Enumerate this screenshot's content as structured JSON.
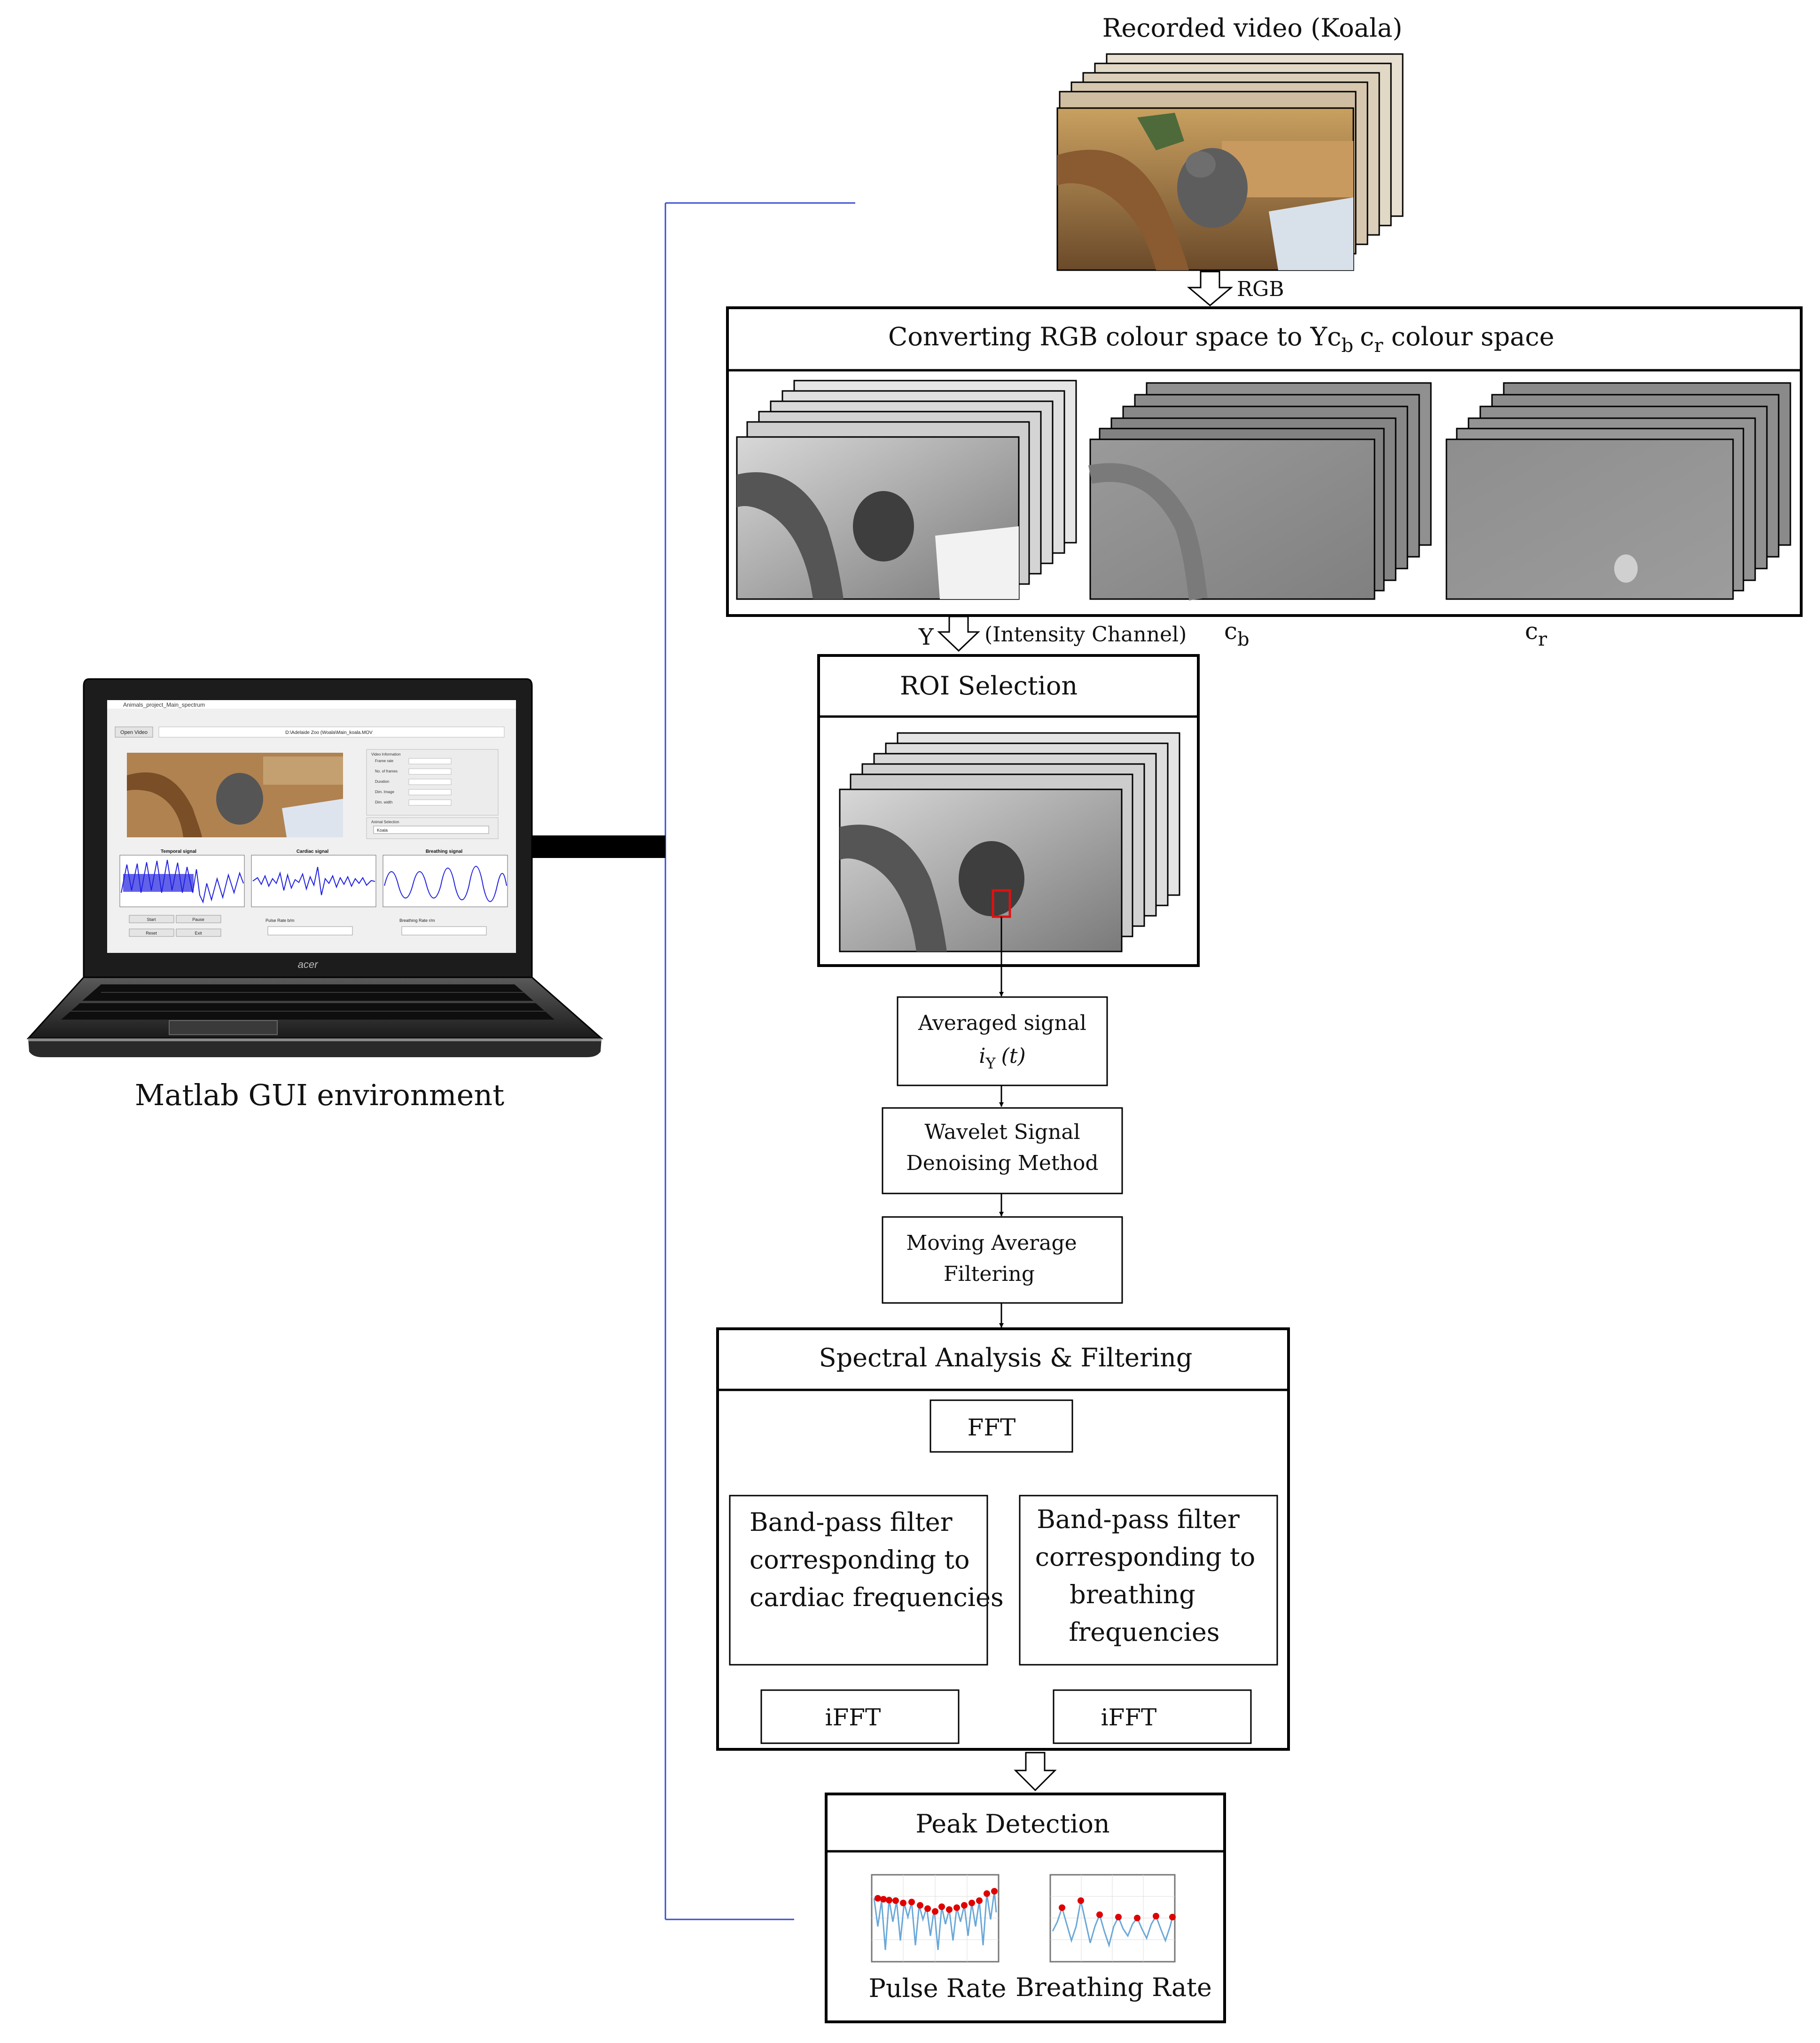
{
  "recorded_video": {
    "title": "Recorded video (Koala)",
    "arrow_label": "RGB"
  },
  "conversion": {
    "title_prefix": "Converting RGB colour space to ",
    "title_y": "Y",
    "title_cb_c": "c",
    "title_cb_sub": "b",
    "title_cr_c": "c",
    "title_cr_sub": "r",
    "title_suffix": " colour  space",
    "y_label": "Y",
    "y_note": "(Intensity Channel)",
    "cb_c": "c",
    "cb_sub": "b",
    "cr_c": "c",
    "cr_sub": "r"
  },
  "roi": {
    "title": "ROI Selection"
  },
  "averaged": {
    "line1": "Averaged signal",
    "var": "i",
    "var_sub": "Y",
    "arg": "(t)"
  },
  "wavelet": {
    "line1": "Wavelet Signal",
    "line2": "Denoising Method"
  },
  "moving_avg": {
    "line1": "Moving Average",
    "line2": "Filtering"
  },
  "spectral": {
    "title": "Spectral Analysis & Filtering",
    "fft": "FFT",
    "cardiac_lines": [
      "Band-pass filter",
      "corresponding to",
      "cardiac frequencies"
    ],
    "breathing_lines": [
      "Band-pass filter",
      "corresponding to",
      "breathing",
      "frequencies"
    ],
    "ifft_left": "iFFT",
    "ifft_right": "iFFT"
  },
  "peak": {
    "title": "Peak Detection",
    "pulse_label": "Pulse Rate",
    "breathing_label": "Breathing Rate"
  },
  "laptop": {
    "caption": "Matlab GUI environment",
    "window_title": "Animals_project_Main_spectrum",
    "open_button": "Open Video",
    "file_path": "D:\\Adelaide Zoo (Woala\\Main_koala.MOV",
    "info_title": "Video Information",
    "info_rows": [
      "Frame rate",
      "No. of frames",
      "Duration",
      "Dim. Image",
      "Dim. width"
    ],
    "animal_selection_title": "Animal Selection",
    "animal_selected": "Koala",
    "plot_titles": [
      "Temporal signal",
      "Cardiac signal",
      "Breathing signal"
    ],
    "buttons": [
      "Start",
      "Pause",
      "Reset",
      "Exit"
    ],
    "pulse_label": "Pulse Rate b/m",
    "breathing_label": "Breathing Rate r/m",
    "brand": "acer"
  },
  "colors": {
    "connector_blue": "#3b4fd0",
    "roi_red": "#e01010",
    "signal_blue": "#2020e0",
    "peak_red": "#e00000",
    "peak_line": "#6aa8d8"
  }
}
